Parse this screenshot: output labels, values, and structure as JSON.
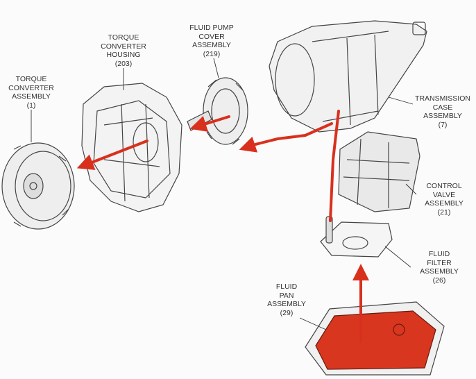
{
  "colors": {
    "flow": "#d9301e",
    "line": "#444444",
    "pan_fill": "#d8361f"
  },
  "labels": {
    "torque_converter": {
      "lines": [
        "TORQUE",
        "CONVERTER",
        "ASSEMBLY"
      ],
      "ref": "(1)"
    },
    "converter_housing": {
      "lines": [
        "TORQUE",
        "CONVERTER",
        "HOUSING"
      ],
      "ref": "(203)"
    },
    "pump_cover": {
      "lines": [
        "FLUID PUMP",
        "COVER",
        "ASSEMBLY"
      ],
      "ref": "(219)"
    },
    "transmission_case": {
      "lines": [
        "TRANSMISSION",
        "CASE",
        "ASSEMBLY"
      ],
      "ref": "(7)"
    },
    "control_valve": {
      "lines": [
        "CONTROL",
        "VALVE",
        "ASSEMBLY"
      ],
      "ref": "(21)"
    },
    "fluid_filter": {
      "lines": [
        "FLUID",
        "FILTER",
        "ASSEMBLY"
      ],
      "ref": "(26)"
    },
    "fluid_pan": {
      "lines": [
        "FLUID",
        "PAN",
        "ASSEMBLY"
      ],
      "ref": "(29)"
    }
  }
}
